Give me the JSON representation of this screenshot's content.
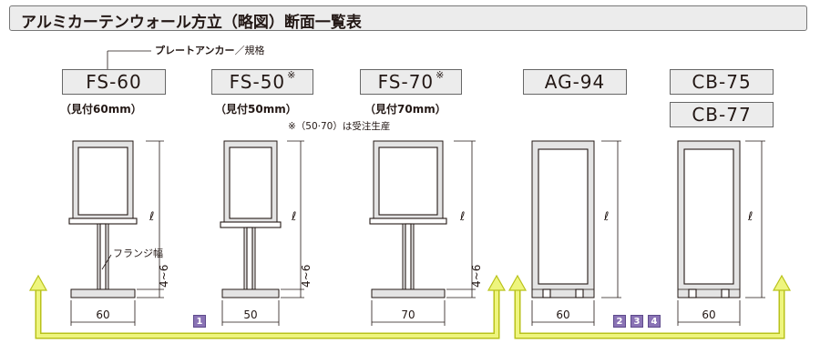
{
  "title": "アルミカーテンウォール方立（略図）断面一覧表",
  "anchor_annotation": {
    "bold": "プレートアンカー",
    "light": "／規格"
  },
  "profiles": [
    {
      "id": "fs60",
      "label": "FS-60",
      "mark": "",
      "spec": "（見付60mm）",
      "width": "60",
      "depth_label": "ℓ",
      "flange_label": "4~6"
    },
    {
      "id": "fs50",
      "label": "FS-50",
      "mark": "※",
      "spec": "（見付50mm）",
      "width": "50",
      "depth_label": "ℓ",
      "flange_label": "4~6"
    },
    {
      "id": "fs70",
      "label": "FS-70",
      "mark": "※",
      "spec": "（見付70mm）",
      "width": "70",
      "depth_label": "ℓ",
      "flange_label": "4~6"
    },
    {
      "id": "ag94",
      "label": "AG-94",
      "mark": "",
      "width": "60",
      "depth_label": "ℓ"
    },
    {
      "id": "cb75",
      "label": "CB-75",
      "label_alt": "CB-77",
      "mark": "",
      "width": "60",
      "depth_label": "ℓ"
    }
  ],
  "order_note": "※（50·70）は受注生産",
  "flange_width_label": "フランジ幅",
  "badges": [
    "1",
    "2",
    "3",
    "4"
  ],
  "colors": {
    "arrow": "#e9f27a",
    "arrow_stroke": "#b9c21a",
    "badge": "#8a73b5",
    "box": "#ececec"
  }
}
